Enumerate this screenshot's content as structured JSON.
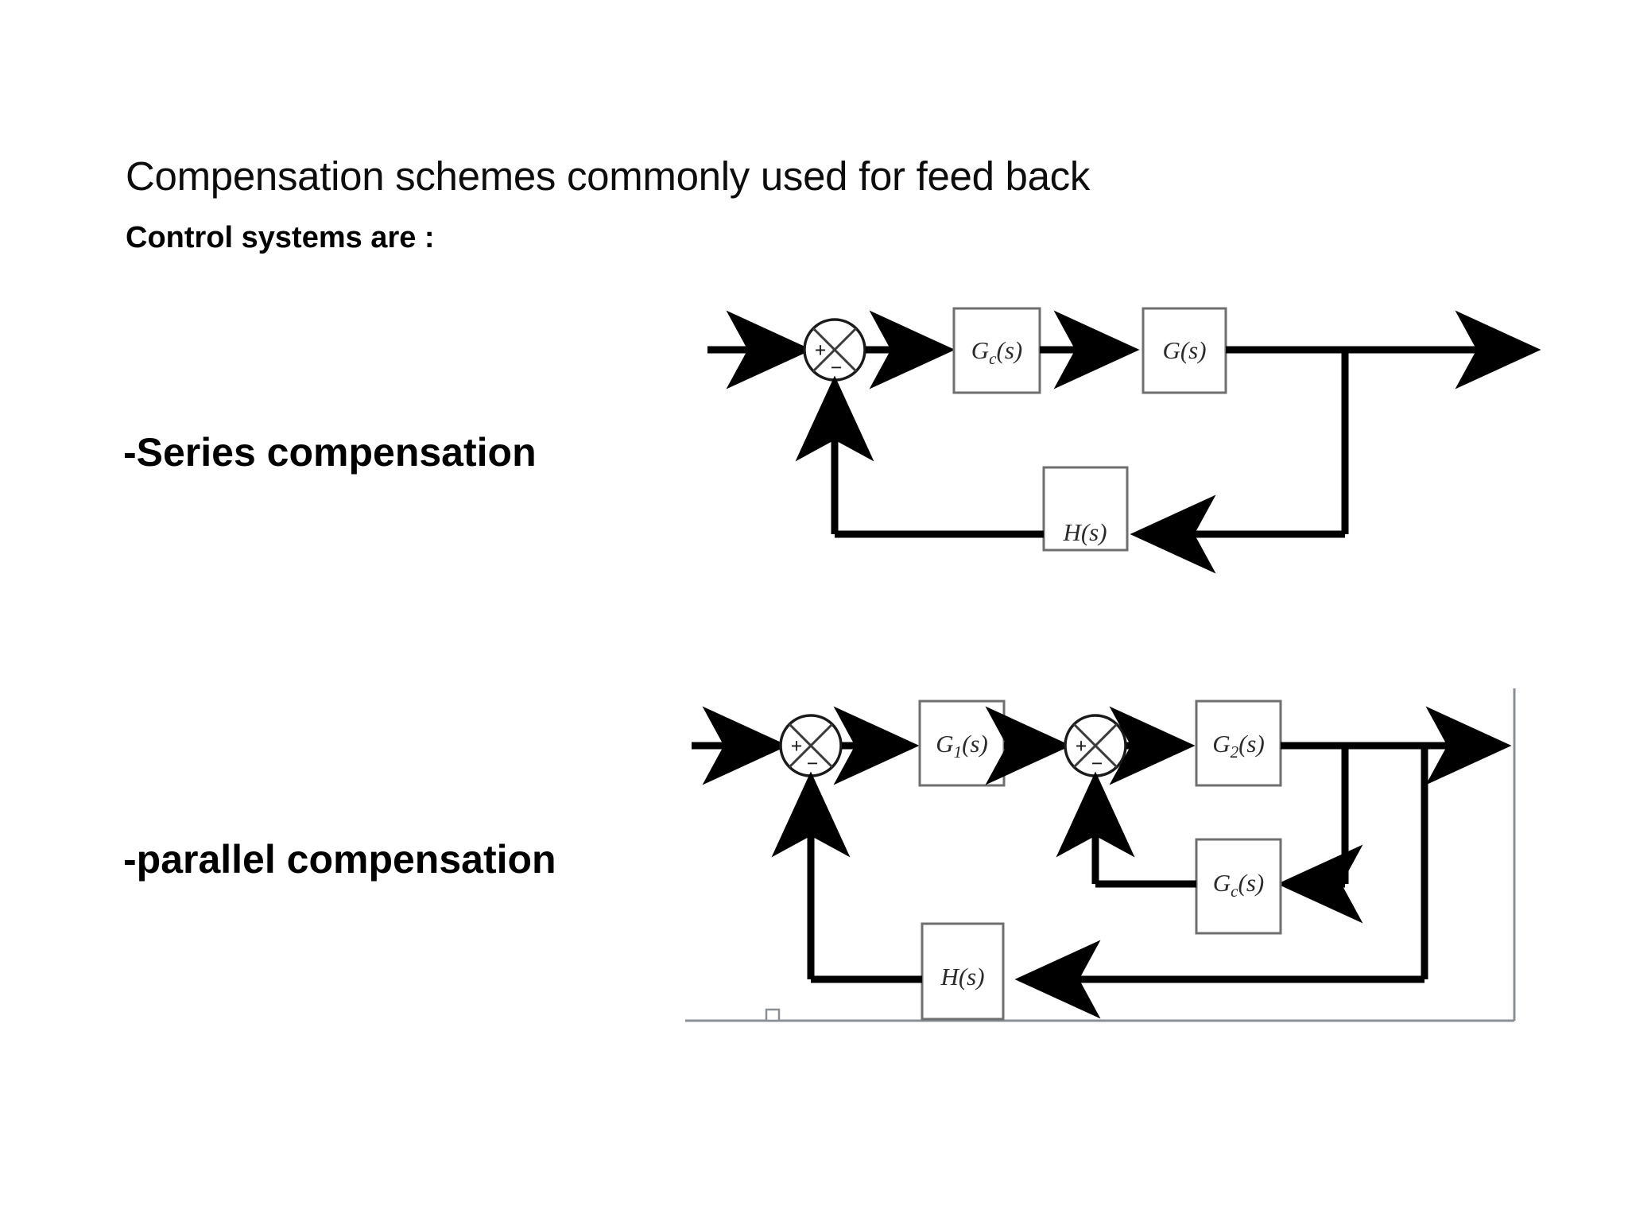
{
  "slide": {
    "background_color": "#ffffff",
    "heading": {
      "line1": "Compensation schemes commonly used for feed back",
      "line2": "Control systems are :"
    },
    "scheme_labels": {
      "series": "-Series compensation",
      "parallel": "-parallel compensation"
    }
  },
  "diagrams": [
    {
      "id": "series-compensation",
      "caption": "-Series compensation",
      "summing_junctions": [
        {
          "name": "sum-1",
          "plus_sign": "+",
          "minus_sign": "−"
        }
      ],
      "blocks": [
        {
          "name": "controller",
          "label": "G",
          "subscript": "c",
          "arg": "(s)",
          "full": "Gc(s)"
        },
        {
          "name": "plant",
          "label": "G",
          "subscript": "",
          "arg": "(s)",
          "full": "G(s)"
        },
        {
          "name": "feedback",
          "label": "H",
          "subscript": "",
          "arg": "(s)",
          "full": "H(s)"
        }
      ]
    },
    {
      "id": "parallel-compensation",
      "caption": "-parallel compensation",
      "summing_junctions": [
        {
          "name": "sum-1",
          "plus_sign": "+",
          "minus_sign": "−"
        },
        {
          "name": "sum-2",
          "plus_sign": "+",
          "minus_sign": "−"
        }
      ],
      "blocks": [
        {
          "name": "forward-1",
          "label": "G",
          "subscript": "1",
          "arg": "(s)",
          "full": "G1(s)"
        },
        {
          "name": "forward-2",
          "label": "G",
          "subscript": "2",
          "arg": "(s)",
          "full": "G2(s)"
        },
        {
          "name": "compensator",
          "label": "G",
          "subscript": "c",
          "arg": "(s)",
          "full": "Gc(s)"
        },
        {
          "name": "feedback",
          "label": "H",
          "subscript": "",
          "arg": "(s)",
          "full": "H(s)"
        }
      ]
    }
  ],
  "colors": {
    "text": "#000000",
    "heading": "#0d0d0d",
    "line": "#000000",
    "block_border": "#6f6f6f",
    "block_label": "#2b2b2b",
    "artifact_border": "#8a8f96"
  }
}
